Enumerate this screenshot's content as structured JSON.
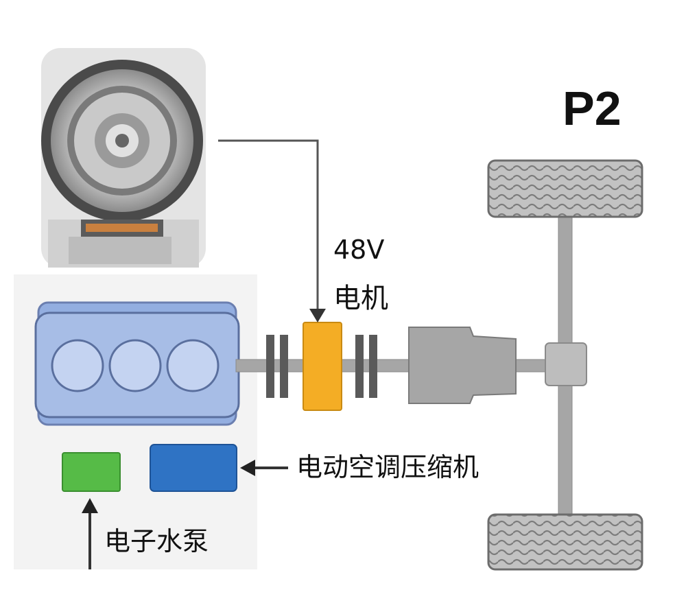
{
  "diagram": {
    "title": "P2",
    "labels": {
      "motor_voltage": "48V",
      "motor": "电机",
      "ac_compressor": "电动空调压缩机",
      "water_pump": "电子水泵"
    },
    "colors": {
      "engine": "#a7bde6",
      "engine_stroke": "#5a6f9e",
      "motor": "#f4ad25",
      "ac_compressor": "#2f73c4",
      "water_pump": "#56bb47",
      "driveline": "#a6a6a6",
      "clutch": "#5a5a5a",
      "tire": "#bdbdbd",
      "arrow": "#333333"
    },
    "icons": [
      "motor-photo",
      "engine-block",
      "clutch-disc",
      "gearbox",
      "differential",
      "wheel"
    ]
  }
}
